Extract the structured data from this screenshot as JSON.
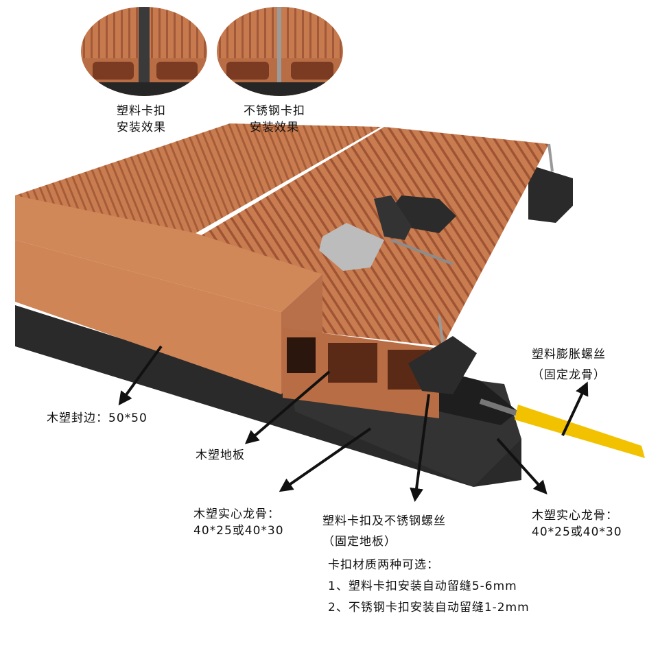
{
  "labels": {
    "plastic_clip_effect": [
      "塑料卡扣",
      "安装效果"
    ],
    "steel_clip_effect": [
      "不锈钢卡扣",
      "安装效果"
    ],
    "edge_trim": "木塑封边：50*50",
    "floor_board": "木塑地板",
    "joist_left": [
      "木塑实心龙骨：",
      "40*25或40*30"
    ],
    "joist_right": [
      "木塑实心龙骨：",
      "40*25或40*30"
    ],
    "expansion_screw": [
      "塑料膨胀螺丝",
      "（固定龙骨）"
    ],
    "clip_and_screw": [
      "塑料卡扣及不锈钢螺丝",
      "（固定地板）"
    ],
    "clip_material_title": "卡扣材质两种可选：",
    "clip_option_1": "1、塑料卡扣安装自动留缝5-6mm",
    "clip_option_2": "2、不锈钢卡扣安装自动留缝1-2mm"
  },
  "colors": {
    "wood_light": "#d48a5a",
    "wood_mid": "#c0714a",
    "wood_dark": "#8f4e30",
    "joist": "#2a2a2a",
    "screw_yellow": "#f2c200",
    "arrow": "#111111"
  }
}
